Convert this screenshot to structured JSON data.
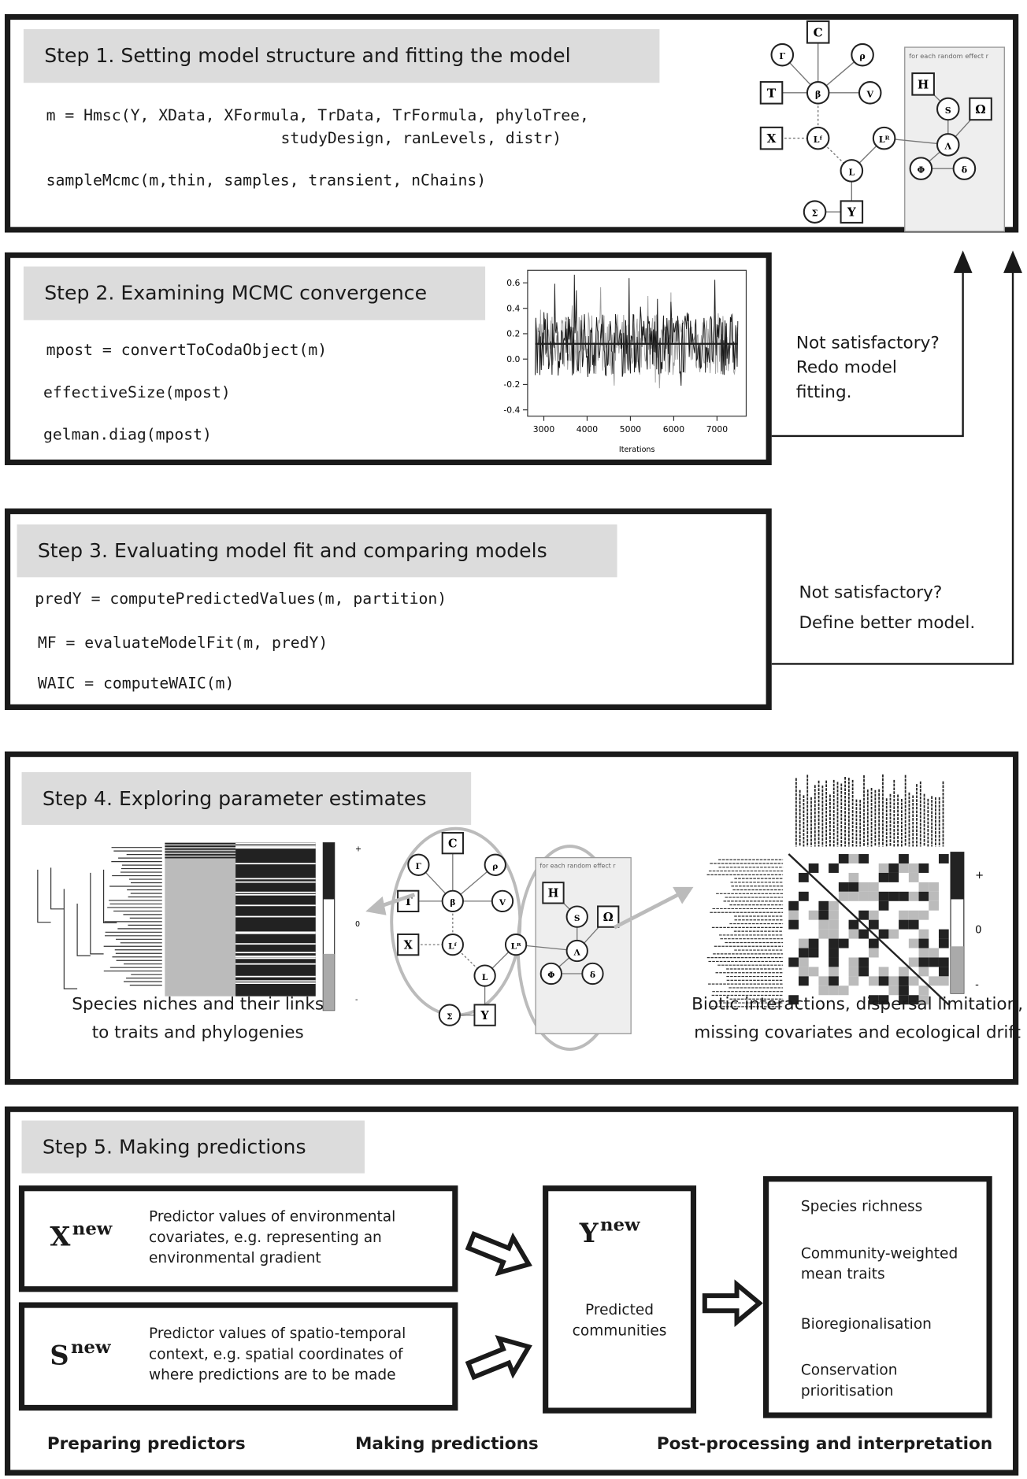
{
  "step1": {
    "title": "Step 1. Setting model structure and fitting the model",
    "code": [
      "m = Hmsc(Y, XData, XFormula, TrData, TrFormula, phyloTree,",
      "studyDesign, ranLevels, distr)",
      "sampleMcmc(m,thin, samples, transient, nChains)"
    ]
  },
  "dag": {
    "nodes": [
      "C",
      "Γ",
      "ρ",
      "T",
      "β",
      "V",
      "X",
      "Lᶠ",
      "Lᴿ",
      "L",
      "Σ",
      "Y",
      "H",
      "S",
      "Ω",
      "Λ",
      "Φ",
      "δ"
    ],
    "panel_label": "for each random effect r"
  },
  "step2": {
    "title": "Step 2. Examining MCMC convergence",
    "code": [
      "mpost = convertToCodaObject(m)",
      "effectiveSize(mpost)",
      "gelman.diag(mpost)"
    ]
  },
  "chart_data": {
    "type": "line",
    "xlabel": "Iterations",
    "ylabel": "",
    "x_ticks": [
      "3000",
      "4000",
      "5000",
      "6000",
      "7000"
    ],
    "y_ticks": [
      "0.6",
      "0.4",
      "0.2",
      "0.0",
      "-0.2",
      "-0.4"
    ],
    "xlim": [
      2500,
      7500
    ],
    "ylim": [
      -0.45,
      0.7
    ],
    "series": [
      {
        "color": "#1a1a1a"
      },
      {
        "color": "#a0a0a0"
      }
    ],
    "mean": 0.12
  },
  "feedback1": [
    "Not satisfactory?",
    "Redo model",
    "fitting."
  ],
  "feedback2": [
    "Not satisfactory?",
    "Define better model."
  ],
  "step3": {
    "title": "Step 3. Evaluating model fit and comparing models",
    "code": [
      "predY = computePredictedValues(m, partition)",
      "MF = evaluateModelFit(m, predY)",
      "WAIC = computeWAIC(m)"
    ]
  },
  "step4": {
    "title": "Step 4. Exploring parameter estimates",
    "left_caption": [
      "Species niches and their links",
      "to traits and phylogenies"
    ],
    "right_caption": [
      "Biotic interactions, dispersal limitation,",
      "missing covariates and ecological drift"
    ],
    "scale_labels": [
      "+",
      "0",
      "-"
    ]
  },
  "step5": {
    "title": "Step 5. Making predictions",
    "xnew": {
      "symbol": "X",
      "sup": "new",
      "text": [
        "Predictor values of environmental",
        "covariates, e.g. representing an",
        "environmental gradient"
      ]
    },
    "snew": {
      "symbol": "S",
      "sup": "new",
      "text": [
        "Predictor values of spatio-temporal",
        "context, e.g. spatial coordinates of",
        "where predictions are to be made"
      ]
    },
    "ynew": {
      "symbol": "Y",
      "sup": "new",
      "text": [
        "Predicted",
        "communities"
      ]
    },
    "outputs": [
      "Species richness",
      "Community-weighted mean traits",
      "Bioregionalisation",
      "Conservation prioritisation"
    ],
    "footer": [
      "Preparing predictors",
      "Making predictions",
      "Post-processing and interpretation"
    ]
  }
}
